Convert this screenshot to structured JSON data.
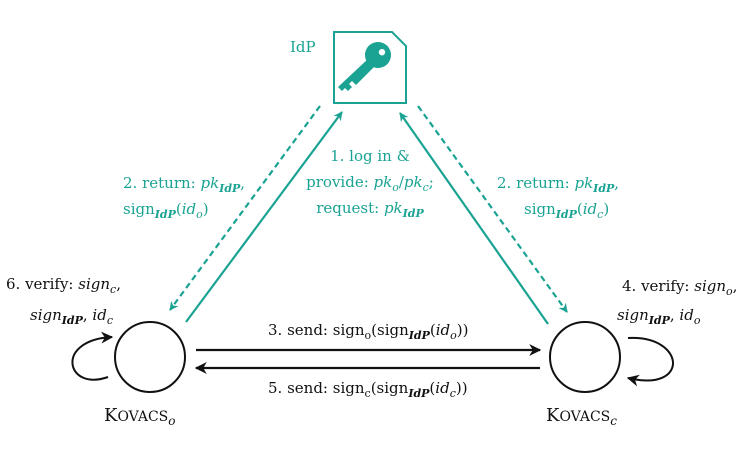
{
  "colors": {
    "accent": "#1aa393",
    "ink": "#111111",
    "background": "#ffffff"
  },
  "idp": {
    "label": "IdP",
    "icon": "key-icon"
  },
  "step1": {
    "line1": "1. log in &",
    "line2_prefix": "provide: ",
    "line2_a": "pk",
    "line2_a_sub": "o",
    "line2_sep": "/",
    "line2_b": "pk",
    "line2_b_sub": "c",
    "line2_suffix": ";",
    "line3_prefix": "request: ",
    "line3_var": "pk",
    "line3_sub": "IdP"
  },
  "step2_left": {
    "line1_prefix": "2. return: ",
    "line1_var": "pk",
    "line1_sub": "IdP",
    "line1_suffix": ",",
    "line2_fn": "sign",
    "line2_fn_sub": "IdP",
    "line2_open": "(",
    "line2_var": "id",
    "line2_var_sub": "o",
    "line2_close": ")"
  },
  "step2_right": {
    "line1_prefix": "2. return: ",
    "line1_var": "pk",
    "line1_sub": "IdP",
    "line1_suffix": ",",
    "line2_fn": "sign",
    "line2_fn_sub": "IdP",
    "line2_open": "(",
    "line2_var": "id",
    "line2_var_sub": "c",
    "line2_close": ")"
  },
  "step3": {
    "prefix": "3. send: ",
    "fn": "sign",
    "fn_sub": "o",
    "inner_open": "(sign",
    "inner_sub": "IdP",
    "paren_open": "(",
    "var": "id",
    "var_sub": "o",
    "close": "))"
  },
  "step5": {
    "prefix": "5. send: ",
    "fn": "sign",
    "fn_sub": "c",
    "inner_open": "(sign",
    "inner_sub": "IdP",
    "paren_open": "(",
    "var": "id",
    "var_sub": "c",
    "close": "))"
  },
  "step6": {
    "line1_prefix": "6. verify: ",
    "line1_var": "sign",
    "line1_sub": "c",
    "line1_suffix": ",",
    "line2_var": "sign",
    "line2_sub": "IdP",
    "line2_mid": ", ",
    "line2_var2": "id",
    "line2_sub2": "c"
  },
  "step4": {
    "line1_prefix": "4. verify: ",
    "line1_var": "sign",
    "line1_sub": "o",
    "line1_suffix": ",",
    "line2_var": "sign",
    "line2_sub": "IdP",
    "line2_mid": ", ",
    "line2_var2": "id",
    "line2_sub2": "o"
  },
  "kovacs_o": {
    "big": "K",
    "small": "OVACS",
    "sub": "o"
  },
  "kovacs_c": {
    "big": "K",
    "small": "OVACS",
    "sub": "c"
  }
}
